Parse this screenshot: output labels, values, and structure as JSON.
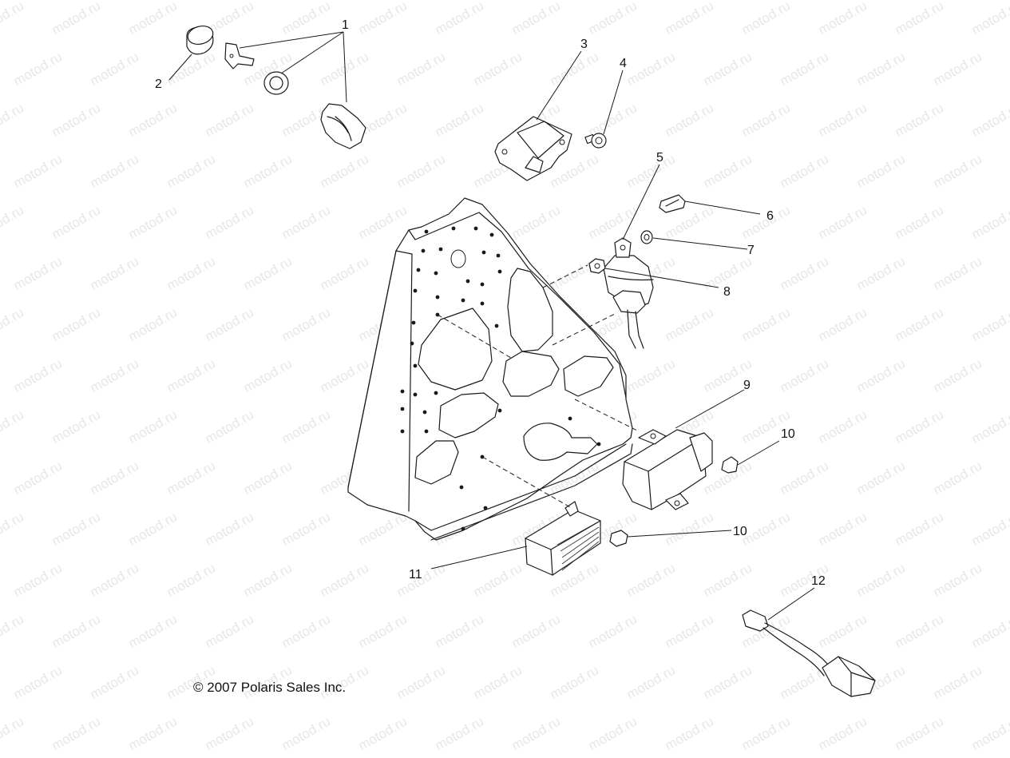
{
  "watermark": "motod.ru",
  "copyright": "© 2007 Polaris Sales Inc.",
  "callouts": [
    "1",
    "2",
    "3",
    "4",
    "5",
    "6",
    "7",
    "8",
    "9",
    "10",
    "10",
    "11",
    "12"
  ]
}
